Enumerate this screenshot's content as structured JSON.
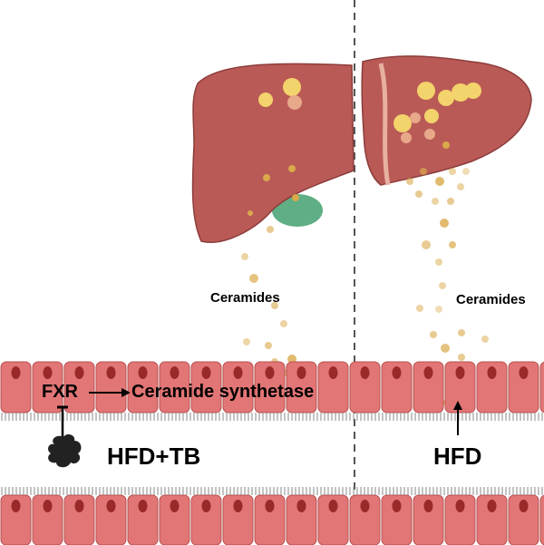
{
  "labels": {
    "ceramides_left": "Ceramides",
    "ceramides_right": "Ceramides",
    "fxr": "FXR",
    "ceramide_synthetase": "Ceramide synthetase",
    "hfd_tb": "HFD+TB",
    "hfd": "HFD"
  },
  "colors": {
    "liver": "#b95a57",
    "liver_dark": "#8c3d3b",
    "fat_droplet": "#f3d36b",
    "ceramide_dot": "#d9a94a",
    "gallbladder": "#5fae85",
    "cell_fill": "#e27575",
    "cell_nucleus": "#9a2a2a",
    "microvilli": "#8a8a8a",
    "divider": "#555555",
    "drug": "#222222"
  },
  "icons": {
    "drug": "tb-drug-blob-icon",
    "activation_arrow": "arrow-right-icon",
    "inhibition": "inhibition-bar-icon",
    "upregulation": "arrow-up-icon"
  }
}
